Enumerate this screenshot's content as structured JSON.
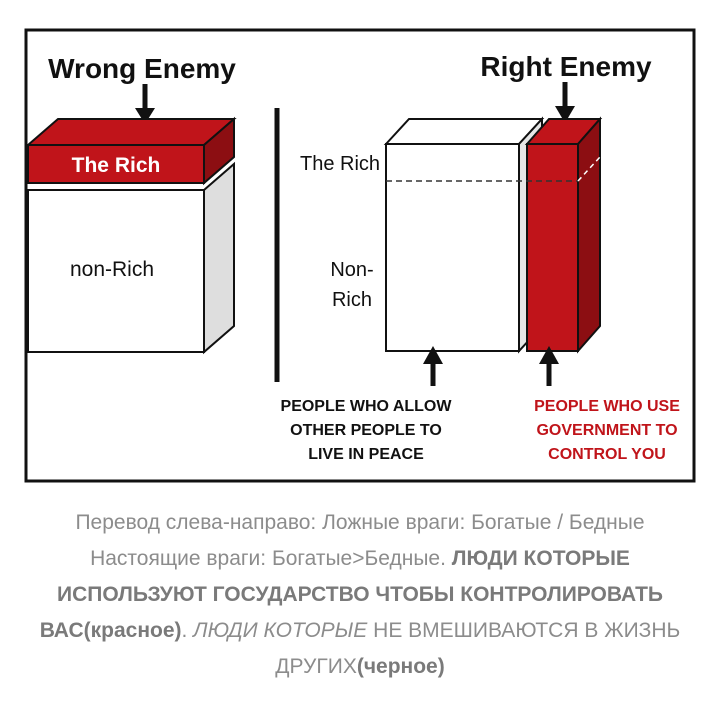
{
  "diagram": {
    "left": {
      "title": "Wrong Enemy",
      "top_block_label": "The Rich",
      "bottom_block_label": "non-Rich"
    },
    "right": {
      "title": "Right Enemy",
      "label_rich": "The Rich",
      "label_nonrich_1": "Non-",
      "label_nonrich_2": "Rich",
      "caption_black": [
        "PEOPLE WHO ALLOW",
        "OTHER PEOPLE TO",
        "LIVE IN PEACE"
      ],
      "caption_red": [
        "PEOPLE WHO USE",
        "GOVERNMENT TO",
        "CONTROL YOU"
      ]
    },
    "colors": {
      "red": "#c0141a",
      "red_dark": "#8c0e12",
      "red_caption": "#c0141a",
      "black": "#111111",
      "side_gray": "#e0e0e0"
    }
  },
  "caption": {
    "part1": "Перевод слева-направо: Ложные враги: Богатые / Бедные Настоящие враги: Богатые>Бедные. ",
    "part2": "ЛЮДИ КОТОРЫЕ ИСПОЛЬЗУЮТ ГОСУДАРСТВО ЧТОБЫ КОНТРОЛИРОВАТЬ ВАС",
    "part3": "(красное)",
    "part4": ". ",
    "part5": "ЛЮДИ КОТОРЫЕ",
    "part6": " НЕ ВМЕШИВАЮТСЯ В ЖИЗНЬ ДРУГИХ",
    "part7": "(черное)"
  }
}
